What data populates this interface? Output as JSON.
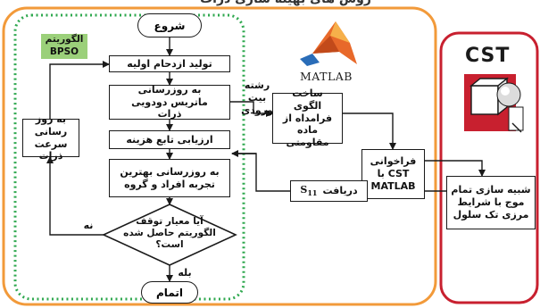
{
  "colors": {
    "orange_frame": "#f29a3a",
    "green_frame": "#2fa84f",
    "red_frame": "#c8202f",
    "tag_green": "#9bd07a",
    "stroke": "#1a1a1a"
  },
  "header": {
    "cut_title": "روش های بهینه سازی ذرات"
  },
  "algorithm": {
    "tag_line1": "الگوریتم",
    "tag_line2": "BPSO",
    "start": "شروع",
    "init_population": "تولید ازدحام اولیه",
    "update_matrix": "به روزرسانی ماتریس دودویی ذرات",
    "evaluate_cost": "ارزیابی تابع هزینه",
    "update_best": "به روزرسانی بهترین تجربه افراد و گروه",
    "stop_question": "آیا معیار توقف الگوریتم حاصل شده است؟",
    "yes": "بله",
    "no": "نه",
    "end": "اتمام",
    "update_velocity": "به روز رسانی سرعت ذرات"
  },
  "matlab": {
    "logo_text": "MATLAB",
    "input_string": "رشته بیت ورودی",
    "build_pattern": "ساخت الگوی فرامداه از ماده مقاومتی",
    "call_cst_line1": "فراخوانی",
    "call_cst_line2": "CST با",
    "call_cst_line3": "MATLAB",
    "receive_s11_label": "دریافت",
    "receive_s11_symbol": "S11"
  },
  "cst": {
    "logo_text": "CST",
    "simulate": "شبیه سازی تمام موج با شرایط مرزی تک سلول"
  }
}
